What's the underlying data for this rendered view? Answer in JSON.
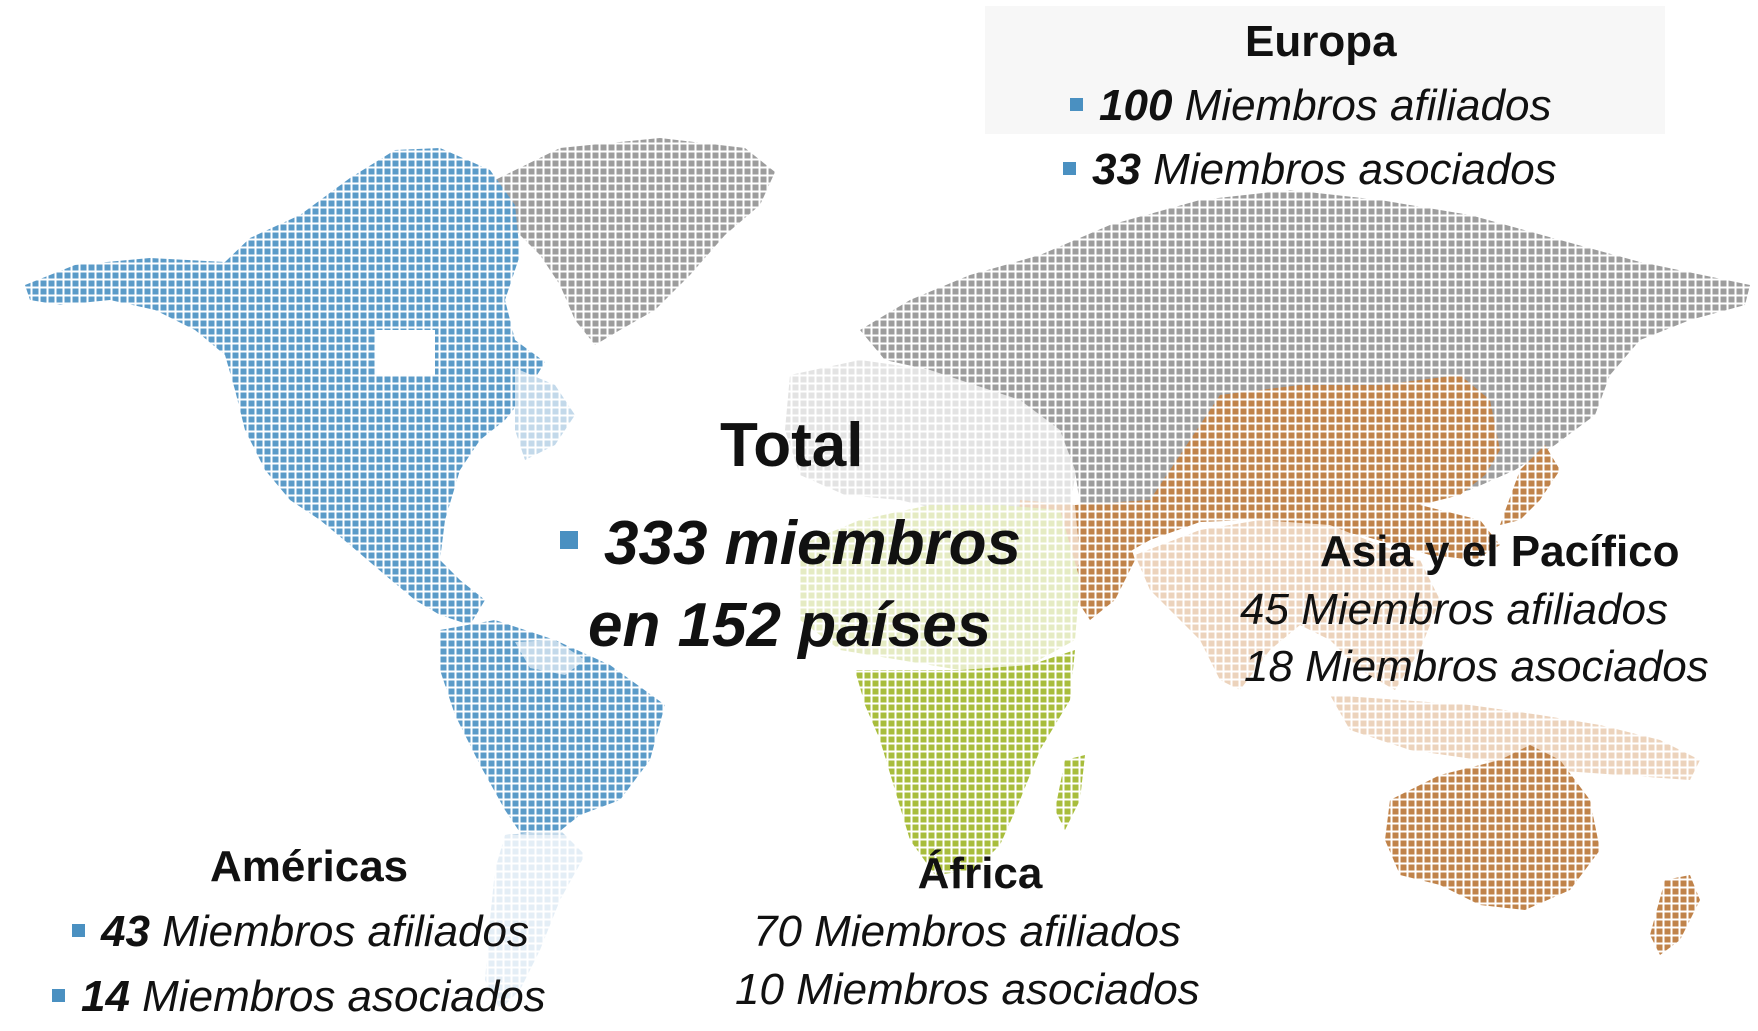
{
  "colors": {
    "americas": "#5b9bc8",
    "americas_light": "#c3d9ea",
    "europe": "#9d9d9d",
    "europe_light": "#e5e5e5",
    "africa": "#a8bd3c",
    "africa_light": "#e5ebc3",
    "asia": "#c0834a",
    "asia_light": "#ecd3bc",
    "bullet": "#4a90c1"
  },
  "total": {
    "title": "Total",
    "line1": "333 miembros",
    "line2": "en 152 países"
  },
  "regions": {
    "europa": {
      "name": "Europa",
      "affiliated_count": "100",
      "affiliated_label": " Miembros afiliados",
      "associated_count": "33",
      "associated_label": " Miembros asociados"
    },
    "americas": {
      "name": "Américas",
      "affiliated_count": "43",
      "affiliated_label": " Miembros afiliados",
      "associated_count": "14",
      "associated_label": " Miembros asociados"
    },
    "africa": {
      "name": "África",
      "affiliated": "70 Miembros afiliados",
      "associated": "10 Miembros asociados"
    },
    "asia": {
      "name": "Asia y el Pacífico",
      "affiliated": "45 Miembros afiliados",
      "associated": "18 Miembros asociados"
    }
  }
}
